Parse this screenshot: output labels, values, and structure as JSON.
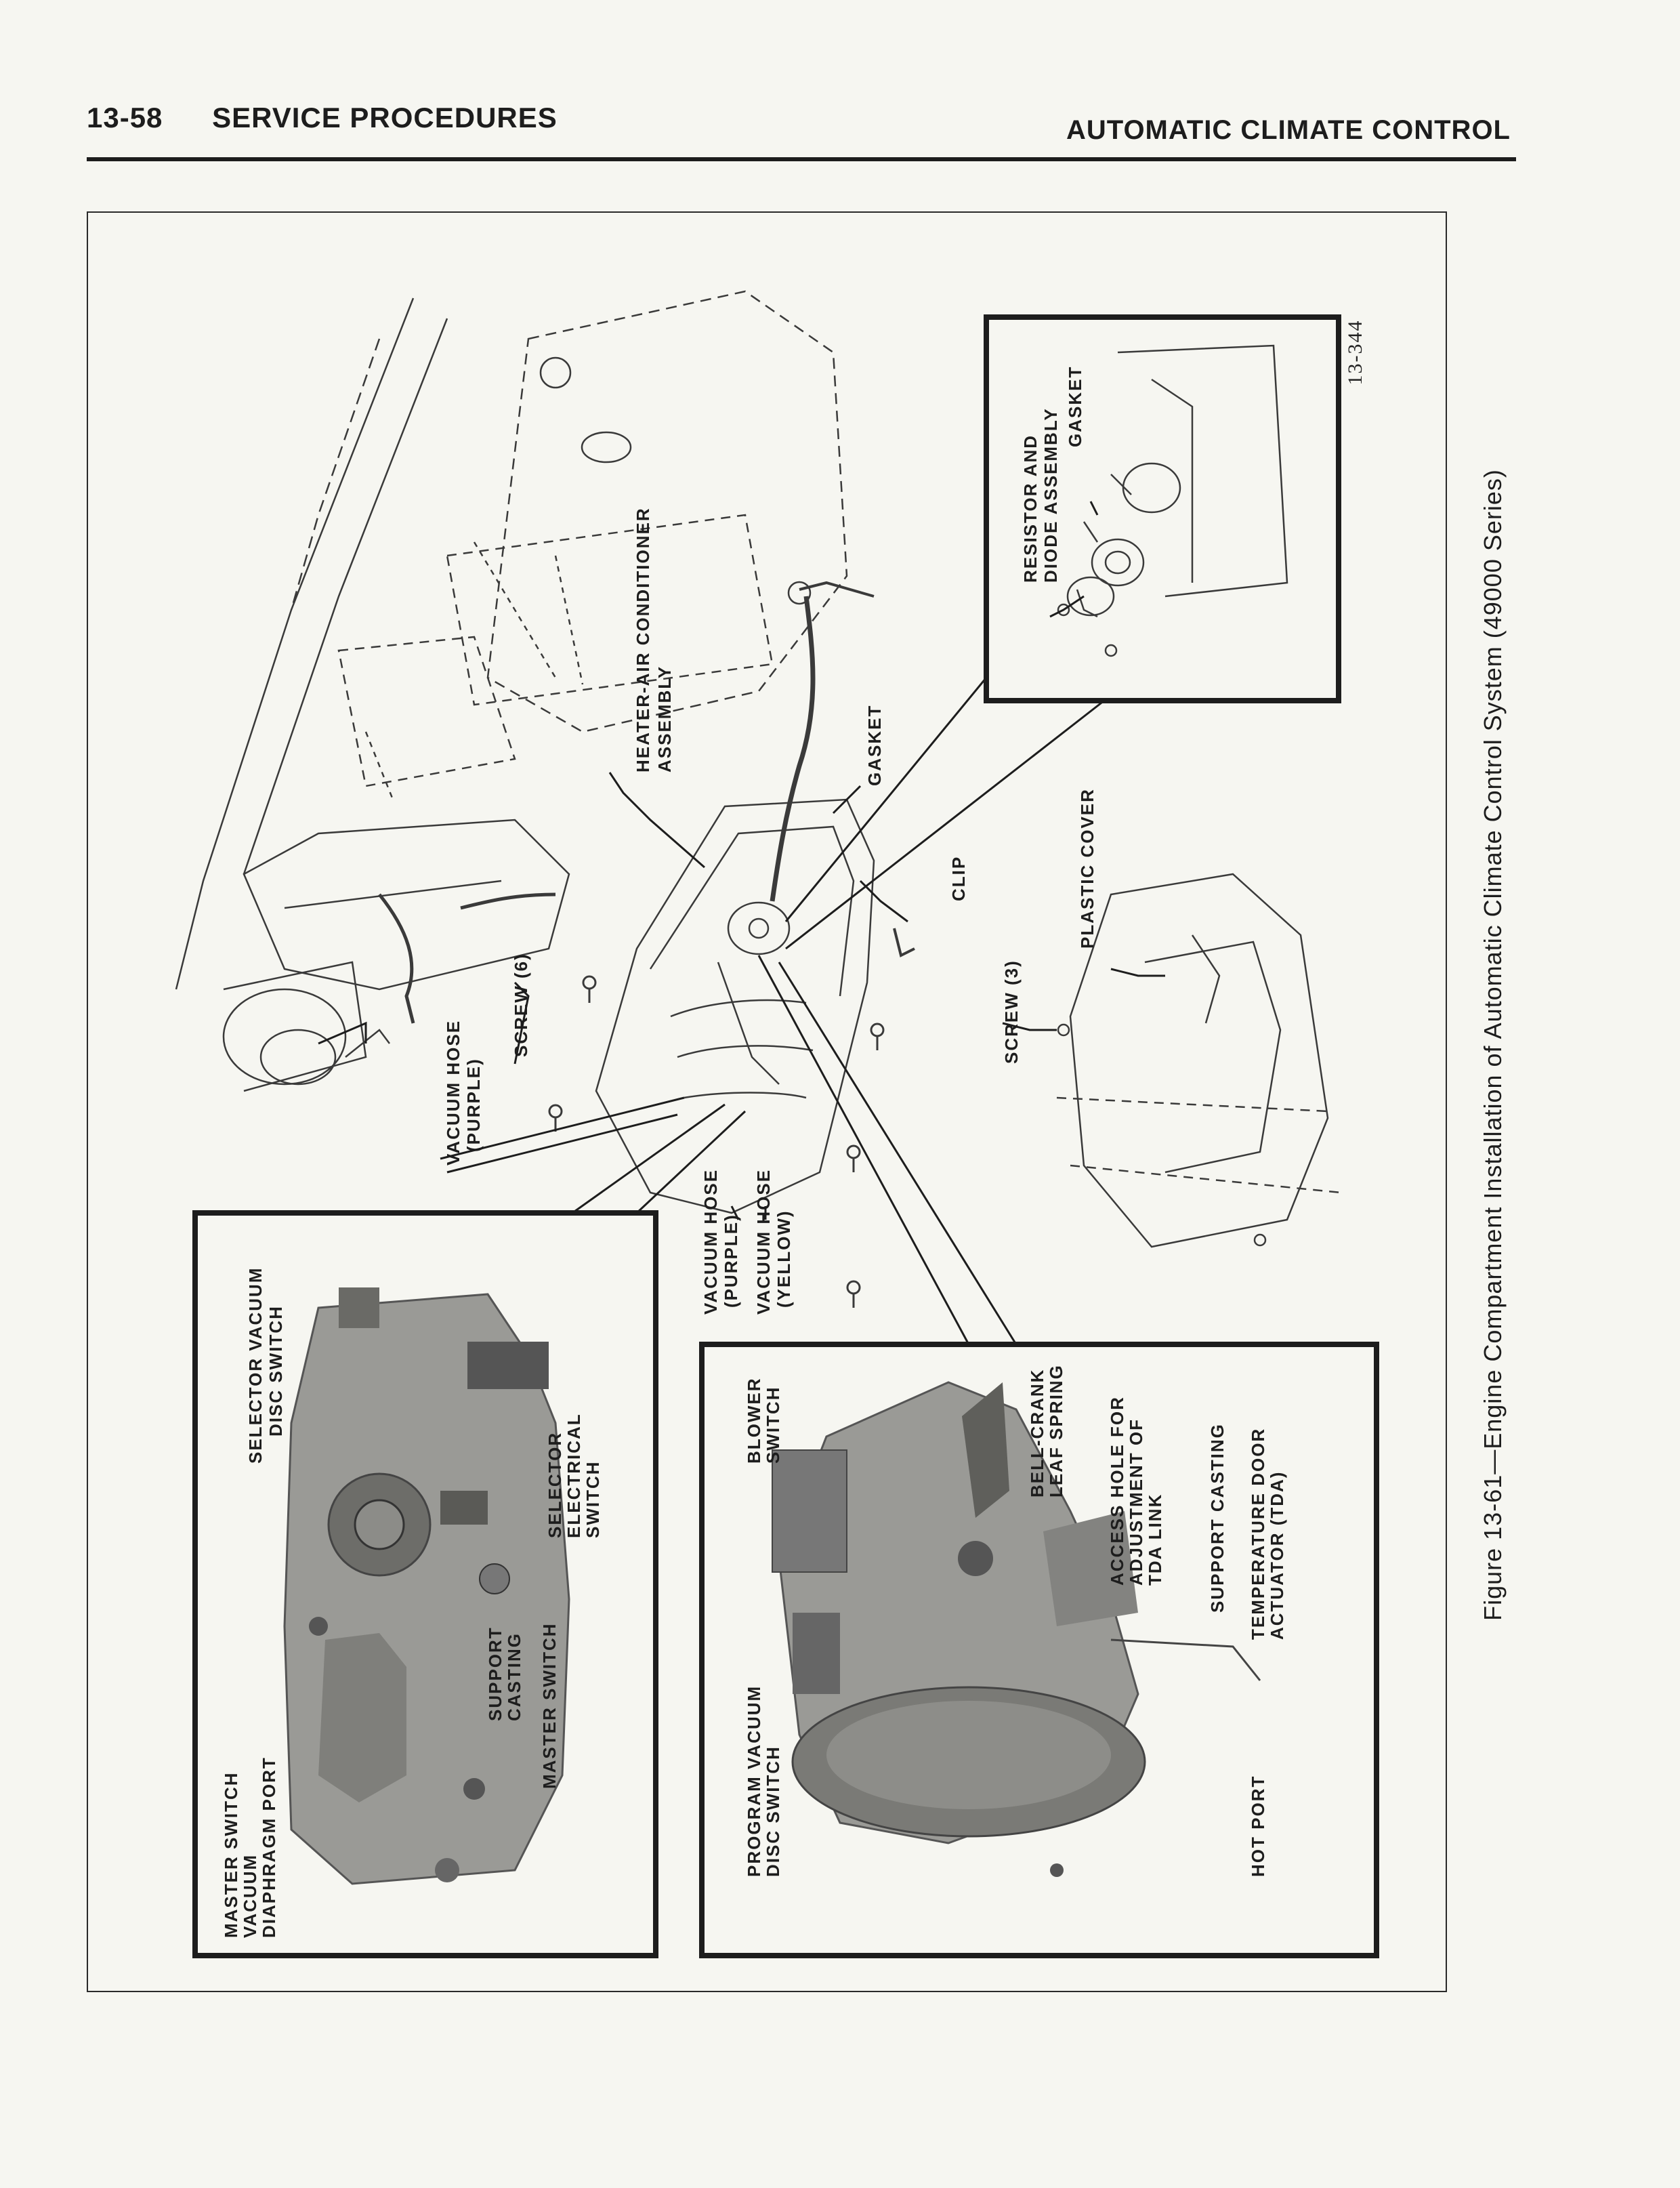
{
  "header": {
    "page_number": "13-58",
    "section": "SERVICE PROCEDURES",
    "chapter": "AUTOMATIC CLIMATE CONTROL"
  },
  "figure": {
    "code": "13-344",
    "caption": "Figure 13-61—Engine Compartment Installation of Automatic Climate Control System (49000 Series)"
  },
  "labels": {
    "heater_ac_assembly": [
      "HEATER-AIR CONDITIONER",
      "ASSEMBLY"
    ],
    "gasket_main": "GASKET",
    "clip": "CLIP",
    "plastic_cover": "PLASTIC COVER",
    "screw_3": "SCREW (3)",
    "screw_6": "SCREW (6)",
    "vacuum_hose_purple_left": [
      "VACUUM HOSE",
      "(PURPLE)"
    ],
    "vacuum_hose_purple_center": [
      "VACUUM HOSE",
      "(PURPLE)"
    ],
    "vacuum_hose_yellow": [
      "VACUUM HOSE",
      "(YELLOW)"
    ],
    "resistor_diode": [
      "RESISTOR AND",
      "DIODE ASSEMBLY"
    ],
    "gasket_inset": "GASKET",
    "selector_vacuum_disc_switch": [
      "SELECTOR VACUUM",
      "DISC SWITCH"
    ],
    "selector_electrical_switch": [
      "SELECTOR",
      "ELECTRICAL",
      "SWITCH"
    ],
    "support_casting_left": [
      "SUPPORT",
      "CASTING"
    ],
    "master_switch": "MASTER SWITCH",
    "master_switch_vacuum_port": [
      "MASTER SWITCH",
      "VACUUM",
      "DIAPHRAGM PORT"
    ],
    "blower_switch": [
      "BLOWER",
      "SWITCH"
    ],
    "bell_crank": [
      "BELL-CRANK",
      "LEAF SPRING"
    ],
    "access_hole": [
      "ACCESS HOLE FOR",
      "ADJUSTMENT OF",
      "TDA LINK"
    ],
    "support_casting_right": "SUPPORT CASTING",
    "temperature_door": [
      "TEMPERATURE DOOR",
      "ACTUATOR (TDA)"
    ],
    "program_vacuum_switch": [
      "PROGRAM VACUUM",
      "DISC SWITCH"
    ],
    "hot_port": "HOT PORT"
  }
}
